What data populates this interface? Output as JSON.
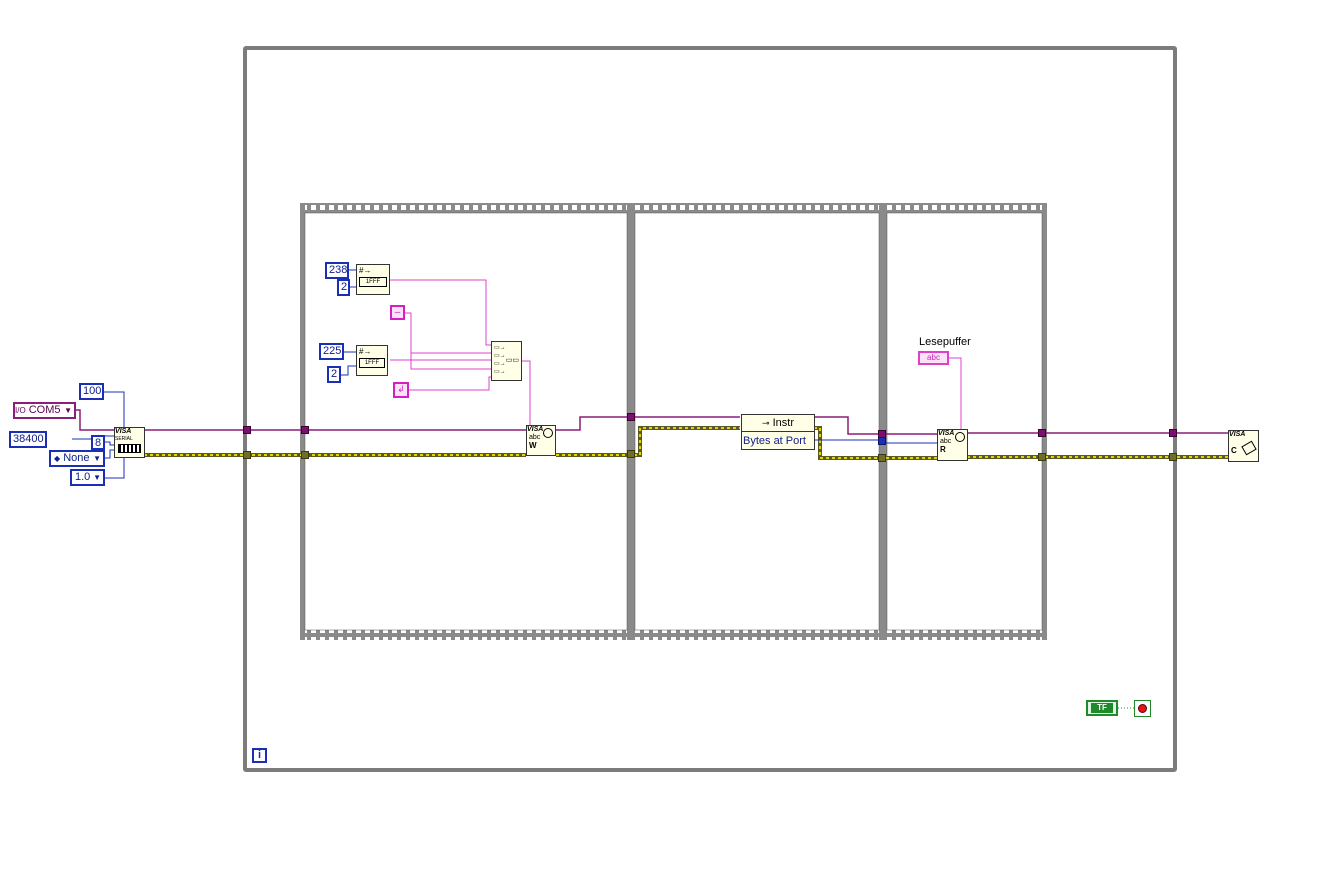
{
  "constants": {
    "baud": "38400",
    "timeout": "100",
    "databits": "8",
    "parity": "None",
    "stopbits": "1.0",
    "resource": "COM5",
    "num_238": "238",
    "num_2a": "2",
    "num_225": "225",
    "num_2b": "2"
  },
  "property_node": {
    "class": "Instr",
    "property": "Bytes at Port"
  },
  "indicator": {
    "label": "Lesepuffer",
    "type": "abc"
  },
  "vis": {
    "serial_config": "VISA",
    "serial_sub": "SERIAL",
    "write": "VISA",
    "read": "VISA",
    "close": "VISA",
    "write_mode": "W",
    "read_mode": "R",
    "close_mode": "C"
  },
  "stop": {
    "bool_text": "TF"
  },
  "loop": {
    "iteration": "i"
  },
  "colors": {
    "visa_wire": "#8a1f7a",
    "error_wire": "#b6a400",
    "string_wire": "#e040c8",
    "num_wire": "#1a2fb8",
    "bool_wire": "#1f8a2a",
    "frame_gray": "#7c7c7c"
  }
}
